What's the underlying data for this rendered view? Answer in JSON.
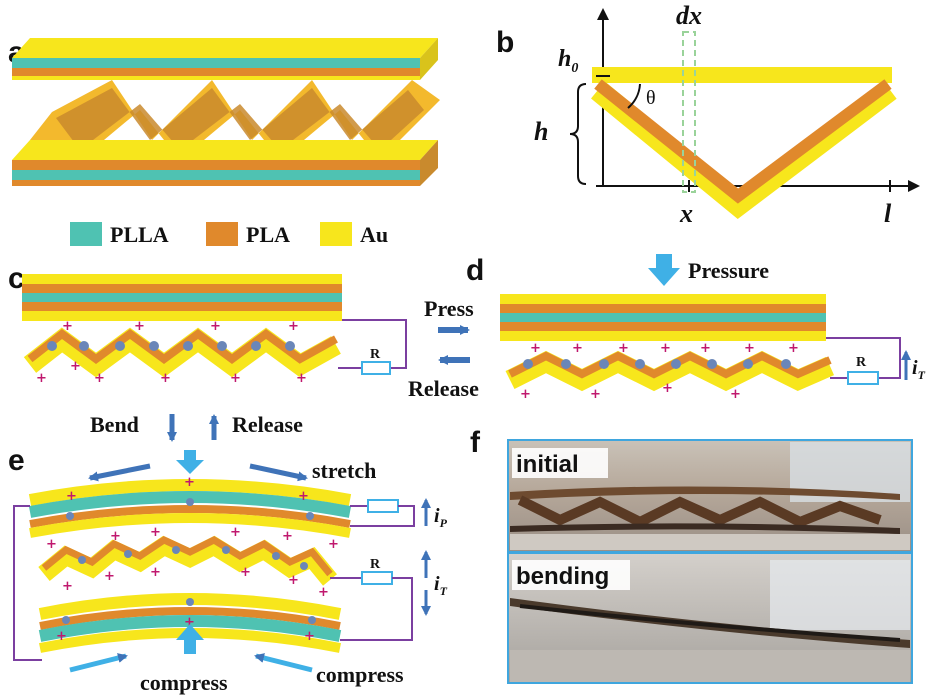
{
  "panels": {
    "a": "a",
    "b": "b",
    "c": "c",
    "d": "d",
    "e": "e",
    "f": "f"
  },
  "legend": [
    {
      "label": "PLLA",
      "color": "#4fc2b2"
    },
    {
      "label": "PLA",
      "color": "#e0892c"
    },
    {
      "label": "Au",
      "color": "#f7e61c"
    }
  ],
  "colors": {
    "plla": "#4fc2b2",
    "pla": "#e0892c",
    "au": "#f7e61c",
    "wire": "#7b3fa0",
    "arrow_dark": "#3f73b8",
    "arrow_light": "#3fb0e6",
    "charge_plus": "#c0186e",
    "charge_minus": "#6a86b8"
  },
  "panel_b": {
    "dx": "dx",
    "h0": "h",
    "h0_sub": "0",
    "h": "h",
    "theta": "θ",
    "x": "x",
    "l": "l"
  },
  "panel_c": {
    "press": "Press",
    "release": "Release",
    "resistor": "R"
  },
  "panel_d": {
    "pressure": "Pressure",
    "resistor": "R",
    "current": "i",
    "current_sub": "T"
  },
  "panel_e": {
    "bend": "Bend",
    "release": "Release",
    "stretch": "stretch",
    "compress_bottom": "compress",
    "compress_right": "compress",
    "resistor": "R",
    "current_p": "i",
    "current_p_sub": "P",
    "current_t": "i",
    "current_t_sub": "T"
  },
  "panel_f": {
    "top_label": "initial",
    "bottom_label": "bending"
  }
}
